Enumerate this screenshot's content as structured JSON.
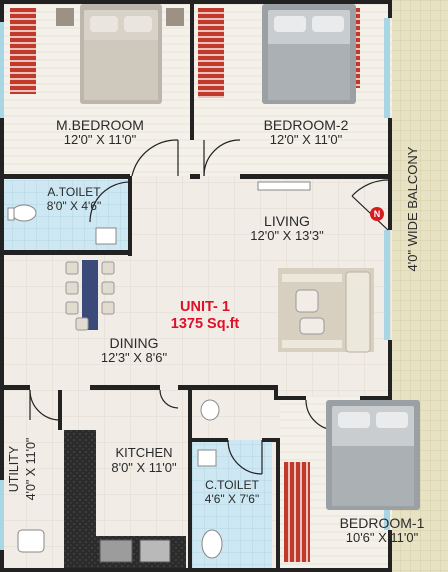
{
  "unit": {
    "name": "UNIT- 1",
    "area": "1375 Sq.ft"
  },
  "compass": {
    "north": "N"
  },
  "rooms": {
    "master_bedroom": {
      "name": "M.BEDROOM",
      "dim": "12'0\" X 11'0\""
    },
    "bedroom_2": {
      "name": "BEDROOM-2",
      "dim": "12'0\" X 11'0\""
    },
    "a_toilet": {
      "name": "A.TOILET",
      "dim": "8'0\" X 4'6\""
    },
    "living": {
      "name": "LIVING",
      "dim": "12'0\" X 13'3\""
    },
    "dining": {
      "name": "DINING",
      "dim": "12'3\" X 8'6\""
    },
    "utility": {
      "name": "UTILITY",
      "dim": "4'0\" X 11'0\""
    },
    "kitchen": {
      "name": "KITCHEN",
      "dim": "8'0\" X 11'0\""
    },
    "c_toilet": {
      "name": "C.TOILET",
      "dim": "4'6\" X 7'6\""
    },
    "bedroom_1": {
      "name": "BEDROOM-1",
      "dim": "10'6\" X 11'0\""
    },
    "balcony": {
      "name": "4'0\" WIDE BALCONY"
    }
  },
  "colors": {
    "wall": "#222222",
    "floor": "#f1ede6",
    "tile_line": "#e1dbd0",
    "wardrobe": "#c0392b",
    "bath": "#cde8f2",
    "balcony": "#e8e2c4",
    "window": "#a9d6e5",
    "unit_label": "#e0102a"
  }
}
